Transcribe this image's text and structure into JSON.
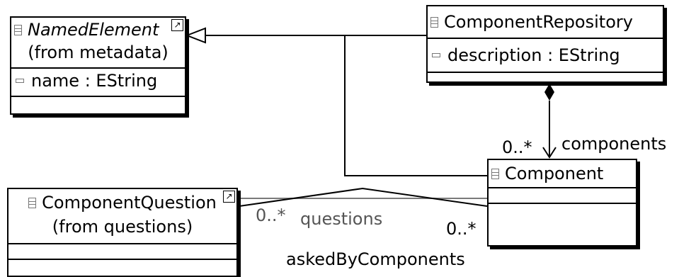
{
  "diagram": {
    "classes": {
      "named_element": {
        "name": "NamedElement",
        "origin": "(from metadata)",
        "attribute": "name : EString",
        "icon": "class-icon",
        "link_icon": "shortcut-arrow-icon"
      },
      "component_repository": {
        "name": "ComponentRepository",
        "attribute": "description : EString",
        "icon": "class-icon"
      },
      "component": {
        "name": "Component",
        "icon": "class-icon"
      },
      "component_question": {
        "name": "ComponentQuestion",
        "origin": "(from questions)",
        "icon": "class-icon",
        "link_icon": "shortcut-arrow-icon"
      }
    },
    "relations": {
      "generalization": {
        "from": "Component",
        "to": "NamedElement",
        "kind": "generalization"
      },
      "composition": {
        "from": "ComponentRepository",
        "to": "Component",
        "kind": "composition",
        "role": "components",
        "multiplicity": "0..*"
      },
      "association": {
        "ends": [
          "ComponentQuestion",
          "Component"
        ],
        "kind": "association",
        "role_a": "questions",
        "multiplicity_a": "0..*",
        "role_b": "askedByComponents",
        "multiplicity_b": "0..*"
      }
    },
    "colors": {
      "line": "#000000",
      "assoc_line": "#7a7a7a",
      "role_gray": "#555555"
    }
  }
}
